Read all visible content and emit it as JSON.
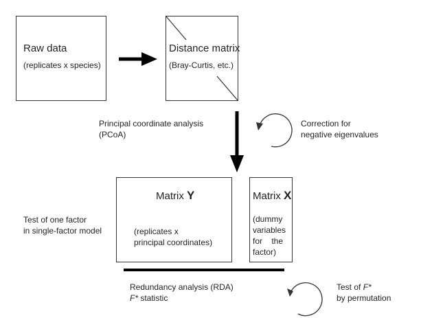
{
  "nodes": {
    "raw_data": {
      "title": "Raw data",
      "subtitle": "(replicates x species)"
    },
    "distance_matrix": {
      "title": "Distance matrix",
      "subtitle": "(Bray-Curtis, etc.)"
    },
    "matrix_y": {
      "title_prefix": "Matrix ",
      "title_symbol": "Y",
      "desc_line1": "(replicates x",
      "desc_line2": "principal coordinates)"
    },
    "matrix_x": {
      "title_prefix": "Matrix ",
      "title_symbol": "X",
      "desc_line1": "(dummy",
      "desc_line2": "variables",
      "desc_line3": "for    the",
      "desc_line4": "factor)"
    }
  },
  "labels": {
    "pcoa_line1": "Principal coordinate analysis",
    "pcoa_line2": "(PCoA)",
    "correction_line1": "Correction for",
    "correction_line2": "negative eigenvalues",
    "test_factor_line1": "Test of one factor",
    "test_factor_line2": "in single-factor model",
    "rda_line1": "Redundancy analysis (RDA)",
    "rda_stat_symbol": "F*",
    "rda_stat_text": " statistic",
    "perm_line1_prefix": "Test of ",
    "perm_line1_symbol": "F*",
    "perm_line2": "by permutation"
  },
  "colors": {
    "line": "#333333",
    "arrow": "#000000",
    "text": "#222222"
  }
}
